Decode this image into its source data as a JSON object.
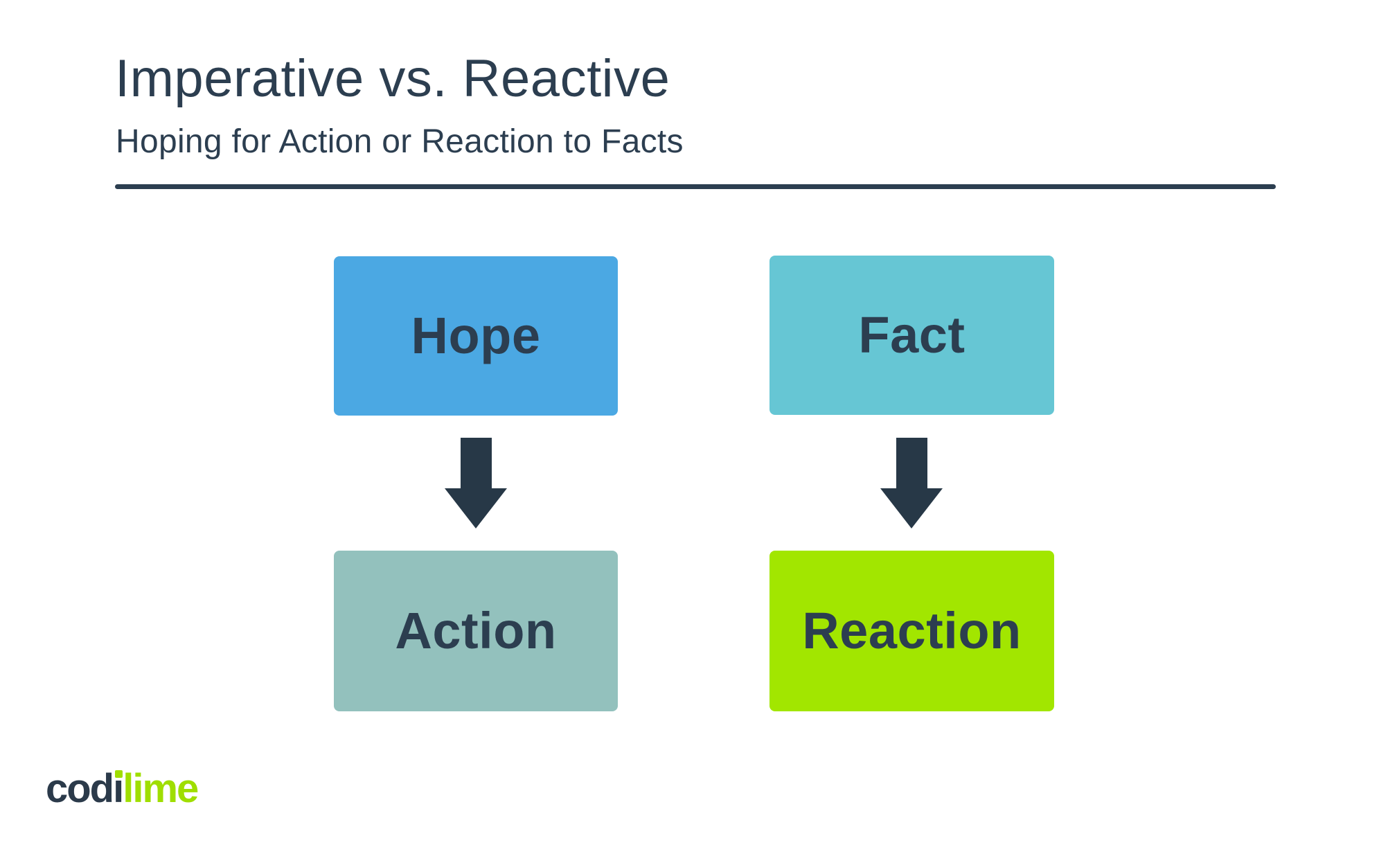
{
  "header": {
    "title": "Imperative vs. Reactive",
    "subtitle": "Hoping for Action or Reaction to Facts"
  },
  "theme": {
    "background": "#FFFFFF",
    "text_color": "#2C3E50",
    "divider_color": "#2C3E50",
    "arrow_color": "#273847"
  },
  "diagram": {
    "columns": [
      {
        "source": {
          "label": "Hope",
          "color": "#4BA8E3"
        },
        "arrow": {
          "icon": "down-arrow",
          "direction": "down"
        },
        "target": {
          "label": "Action",
          "color": "#93C1BD"
        }
      },
      {
        "source": {
          "label": "Fact",
          "color": "#66C6D4"
        },
        "arrow": {
          "icon": "down-arrow",
          "direction": "down"
        },
        "target": {
          "label": "Reaction",
          "color": "#A2E600"
        }
      }
    ]
  },
  "logo": {
    "part1": "cod",
    "part2": "i",
    "part3": "lime",
    "dark_color": "#2B3A4A",
    "green_color": "#9FDE00"
  }
}
